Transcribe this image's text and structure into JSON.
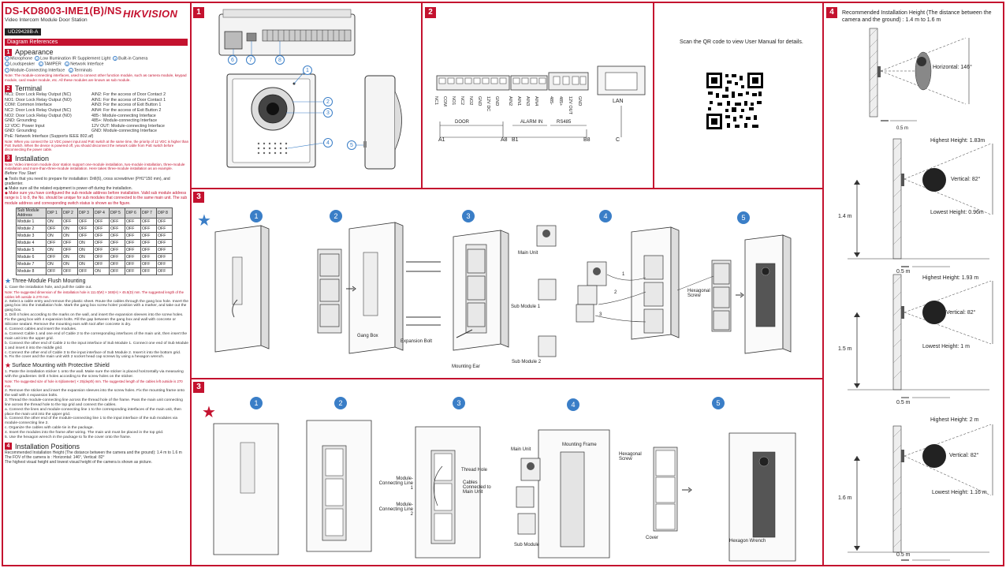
{
  "header": {
    "model": "DS-KD8003-IME1(B)/NS",
    "subtitle": "Video Intercom Module Door Station",
    "brand": "HIKVISION",
    "doc_code": "UD29428B-A",
    "diagram_ref": "Diagram References"
  },
  "appearance": {
    "num": "1",
    "title": "Appearance",
    "items": [
      {
        "n": "1",
        "label": "Microphone"
      },
      {
        "n": "2",
        "label": "Low Illumination IR Supplement Light"
      },
      {
        "n": "3",
        "label": "Built-in Camera"
      },
      {
        "n": "4",
        "label": "Loudspeaker"
      },
      {
        "n": "5",
        "label": "TAMPER"
      },
      {
        "n": "6",
        "label": "Network Interface"
      },
      {
        "n": "7",
        "label": "Module-Connecting Interface"
      },
      {
        "n": "8",
        "label": "Terminals"
      }
    ],
    "note": "Note: The module-connecting interfaces, used to connect other function module, such as camera module, keypad module, card reader module, etc. All these modules are known as sub module."
  },
  "terminal": {
    "num": "2",
    "title": "Terminal",
    "left": [
      "NC1: Door Lock Relay Output (NC)",
      "NO1: Door Lock Relay Output (NO)",
      "COM: Common Interface",
      "NC2: Door Lock Relay Output (NC)",
      "NO2: Door Lock Relay Output (NO)",
      "GND: Grounding",
      "12 VDC: Power Input",
      "GND: Grounding"
    ],
    "right": [
      "AIN2: For the access of Door Contact 2",
      "AIN1: For the access of Door Contact 1",
      "AIN3: For the access of Exit Button 1",
      "AIN4: For the access of Exit Button 2",
      "485-: Module-connecting Interface",
      "485+: Module-connecting Interface",
      "12V OUT: Module-connecting Interface",
      "GND: Module-connecting Interface"
    ],
    "poe": "PoE: Network Interface (Supports IEEE 802.af)",
    "note": "Note: When you connect the 12 VDC power input and PoE switch at the same time, the priority of 12 VDC is higher than PoE Switch. When the device is powered off, you should disconnect the network cable from PoE switch before disconnecting the power cable."
  },
  "installation": {
    "num": "3",
    "title": "Installation",
    "note": "Note: Video intercom module door station support one-module installation, two-module installation, three-module installation and more-than-three-module installation. Here takes three-module installation as an example.",
    "before": "Before You Start",
    "bullets": [
      "Tools that you need to prepare for installation: Drill(6), cross screwdriver (PH1*150 mm), and gradienter.",
      "Make sure all the related equipment is power-off during the installation.",
      "Make sure you have configured the sub module address before installation. Valid sub module address range is 1 to 8, the No. should be unique for sub modules that connected to the same main unit. The sub module address and corresponding switch status is shown as the figure."
    ],
    "table": {
      "headers": [
        "Sub Module Address",
        "DIP 1",
        "DIP 2",
        "DIP 3",
        "DIP 4",
        "DIP 5",
        "DIP 6",
        "DIP 7",
        "DIP 8"
      ],
      "rows": [
        [
          "Module 1",
          "ON",
          "OFF",
          "OFF",
          "OFF",
          "OFF",
          "OFF",
          "OFF",
          "OFF"
        ],
        [
          "Module 2",
          "OFF",
          "ON",
          "OFF",
          "OFF",
          "OFF",
          "OFF",
          "OFF",
          "OFF"
        ],
        [
          "Module 3",
          "ON",
          "ON",
          "OFF",
          "OFF",
          "OFF",
          "OFF",
          "OFF",
          "OFF"
        ],
        [
          "Module 4",
          "OFF",
          "OFF",
          "ON",
          "OFF",
          "OFF",
          "OFF",
          "OFF",
          "OFF"
        ],
        [
          "Module 5",
          "ON",
          "OFF",
          "ON",
          "OFF",
          "OFF",
          "OFF",
          "OFF",
          "OFF"
        ],
        [
          "Module 6",
          "OFF",
          "ON",
          "ON",
          "OFF",
          "OFF",
          "OFF",
          "OFF",
          "OFF"
        ],
        [
          "Module 7",
          "ON",
          "ON",
          "ON",
          "OFF",
          "OFF",
          "OFF",
          "OFF",
          "OFF"
        ],
        [
          "Module 8",
          "OFF",
          "OFF",
          "OFF",
          "ON",
          "OFF",
          "OFF",
          "OFF",
          "OFF"
        ]
      ]
    }
  },
  "flush": {
    "title": "Three-Module Flush Mounting",
    "lines": [
      "1. Cave the installation hole, and pull the cable out.",
      "Note: The suggested dimension of the installation hole is 111.0(W) × 348(H) × 45.5(D) mm. The suggested length of the cables left outside is 270 mm.",
      "2. Select a cable entry and remove the plastic sheet. Route the cables through the gang box hole. Insert the gang box into the installation hole. Mark the gang box screw holes' position with a marker, and take out the gang box.",
      "3. Drill 4 holes according to the marks on the wall, and insert the expansion sleeves into the screw holes. Fix the gang box with 4 expansion bolts. Fill the gap between the gang box and wall with concrete or Silicone sealant. Remove the mounting ears with tool after concrete is dry.",
      "4. Connect cables and insert the modules.",
      "a. Connect Cable 1 and one end of Cable 2 to the corresponding interfaces of the main unit, then insert the main unit into the upper grid.",
      "b. Connect the other end of Cable 2 to the input interface of Sub Module 1. Connect one end of Sub Module 1 and insert it into the middle grid.",
      "c. Connect the other end of Cable 3 to the input interface of Sub Module 2. Insert it into the bottom grid.",
      "5. Fix the cover and the main unit with 2 socket head cap screws by using a hexagon wrench."
    ]
  },
  "surface": {
    "title": "Surface Mounting with Protective Shield",
    "lines": [
      "1. Paste the installation sticker 1 onto the wall. Make sure the sticker is placed horizontally via measuring with the gradienter. Drill 4 holes according to the screw holes on the sticker.",
      "Note: The suggested size of hole is 6(diameter) × 25(depth) mm. The suggested length of the cables left outside is 270 mm.",
      "2. Remove the sticker and insert the expansion sleeves into the screw holes. Fix the mounting frame onto the wall with 4 expansion bolts.",
      "3. Thread the module-connecting line across the thread hole of the frame. Pass the main unit connecting line across the thread hole to the top grid and connect the cables.",
      "a. Connect the lines and module-connecting line 1 to the corresponding interfaces of the main unit, then place the main unit into the upper grid.",
      "b. Connect the other end of the module-connecting line 1 to the input interface of the sub modules via module-connecting line 2.",
      "c. Organize the cables with cable tie in the package.",
      "4. Insert the modules into the frame after wiring. The main unit must be placed in the top grid.",
      "5. Use the hexagon wrench in the package to fix the cover onto the frame."
    ]
  },
  "positions": {
    "num": "4",
    "title": "Installation Positions",
    "lines": [
      "Recommended Installation Height (The distance between the camera and the ground): 1.4 m to 1.6 m",
      "The FOV of the camera is : Horizontal: 146°, Vertical: 82°",
      "The highest visual height and lowest visual height of the camera is shown as picture."
    ]
  },
  "panel1": {
    "num": "1",
    "callouts": [
      "1",
      "2",
      "3",
      "4",
      "5",
      "6",
      "7",
      "8"
    ]
  },
  "panel2": {
    "num": "2",
    "pins_a": [
      "NC1",
      "COM",
      "NO1",
      "NC2",
      "NO2",
      "GND",
      "12V DC",
      "GND"
    ],
    "pins_b": [
      "AIN2",
      "AIN1",
      "AIN3",
      "AIN4"
    ],
    "pins_c": [
      "485-",
      "485+",
      "12V OUT",
      "GND"
    ],
    "lan": "LAN",
    "group_door": "DOOR",
    "group_alarm": "ALARM IN",
    "group_rs485": "RS485",
    "a1": "A1",
    "a8": "A8",
    "b1": "B1",
    "b8": "B8",
    "c": "C"
  },
  "qr": {
    "text": "Scan the QR code to view User Manual for details."
  },
  "panel3a": {
    "num": "3",
    "steps": [
      "1",
      "2",
      "3",
      "4",
      "5"
    ],
    "labels": {
      "gang": "Gang Box",
      "bolt": "Expansion Bolt",
      "ear": "Mounting Ear",
      "main": "Main Unit",
      "sub1": "Sub Module 1",
      "sub2": "Sub Module 2",
      "hex": "Hexagonal Screw",
      "c1": "1",
      "c2": "2",
      "c3": "3"
    }
  },
  "panel3b": {
    "num": "3",
    "steps": [
      "1",
      "2",
      "3",
      "4",
      "5"
    ],
    "labels": {
      "mcl1": "Module-Connecting Line 1",
      "mcl2": "Module-Connecting Line 2",
      "thread": "Thread Hole",
      "cables": "Cables Connected to Main Unit",
      "main": "Main Unit",
      "frame": "Mounting Frame",
      "sub": "Sub Module",
      "hexs": "Hexagonal Screw",
      "cover": "Cover",
      "wrench": "Hexagon Wrench"
    }
  },
  "panel4": {
    "num": "4",
    "title": "Recommended Installation Height (The distance between the camera and the ground) : 1.4 m to 1.6 m",
    "d1": {
      "label": "Horizontal: 146°",
      "dist": "0.5 m"
    },
    "d2": {
      "high": "Highest Height: 1.83m",
      "vert": "Vertical: 82°",
      "low": "Lowest Height: 0.96m",
      "h": "1.4 m",
      "dist": "0.5 m"
    },
    "d3": {
      "high": "Highest Height: 1.93 m",
      "vert": "Vertical: 82°",
      "low": "Lowest Height: 1 m",
      "h": "1.5 m",
      "dist": "0.5 m"
    },
    "d4": {
      "high": "Highest Height: 2 m",
      "vert": "Vertical: 82°",
      "low": "Lowest Height: 1.16 m",
      "h": "1.6 m",
      "dist": "0.5 m"
    }
  }
}
